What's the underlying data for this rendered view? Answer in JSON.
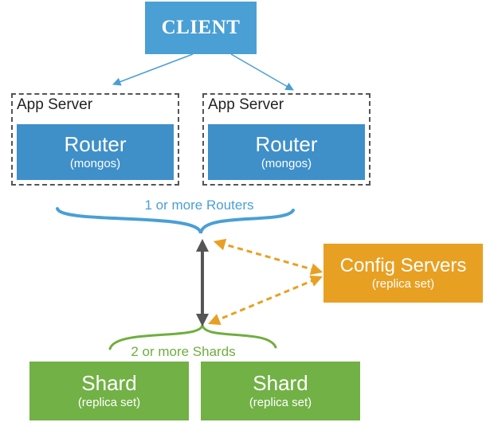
{
  "client": {
    "label": "CLIENT"
  },
  "app_servers": [
    {
      "label": "App Server",
      "router_title": "Router",
      "router_sub": "(mongos)"
    },
    {
      "label": "App Server",
      "router_title": "Router",
      "router_sub": "(mongos)"
    }
  ],
  "routers_group_label": "1 or more Routers",
  "config_servers": {
    "title": "Config Servers",
    "sub": "(replica set)"
  },
  "shards_group_label": "2 or more Shards",
  "shards": [
    {
      "title": "Shard",
      "sub": "(replica set)"
    },
    {
      "title": "Shard",
      "sub": "(replica set)"
    }
  ],
  "colors": {
    "client": "#4a9fd5",
    "router": "#3f8fc9",
    "config": "#e8a022",
    "shard": "#72b146",
    "routers_brace": "#4a9fd5",
    "shards_brace": "#6fae3e",
    "main_arrow": "#555555"
  }
}
